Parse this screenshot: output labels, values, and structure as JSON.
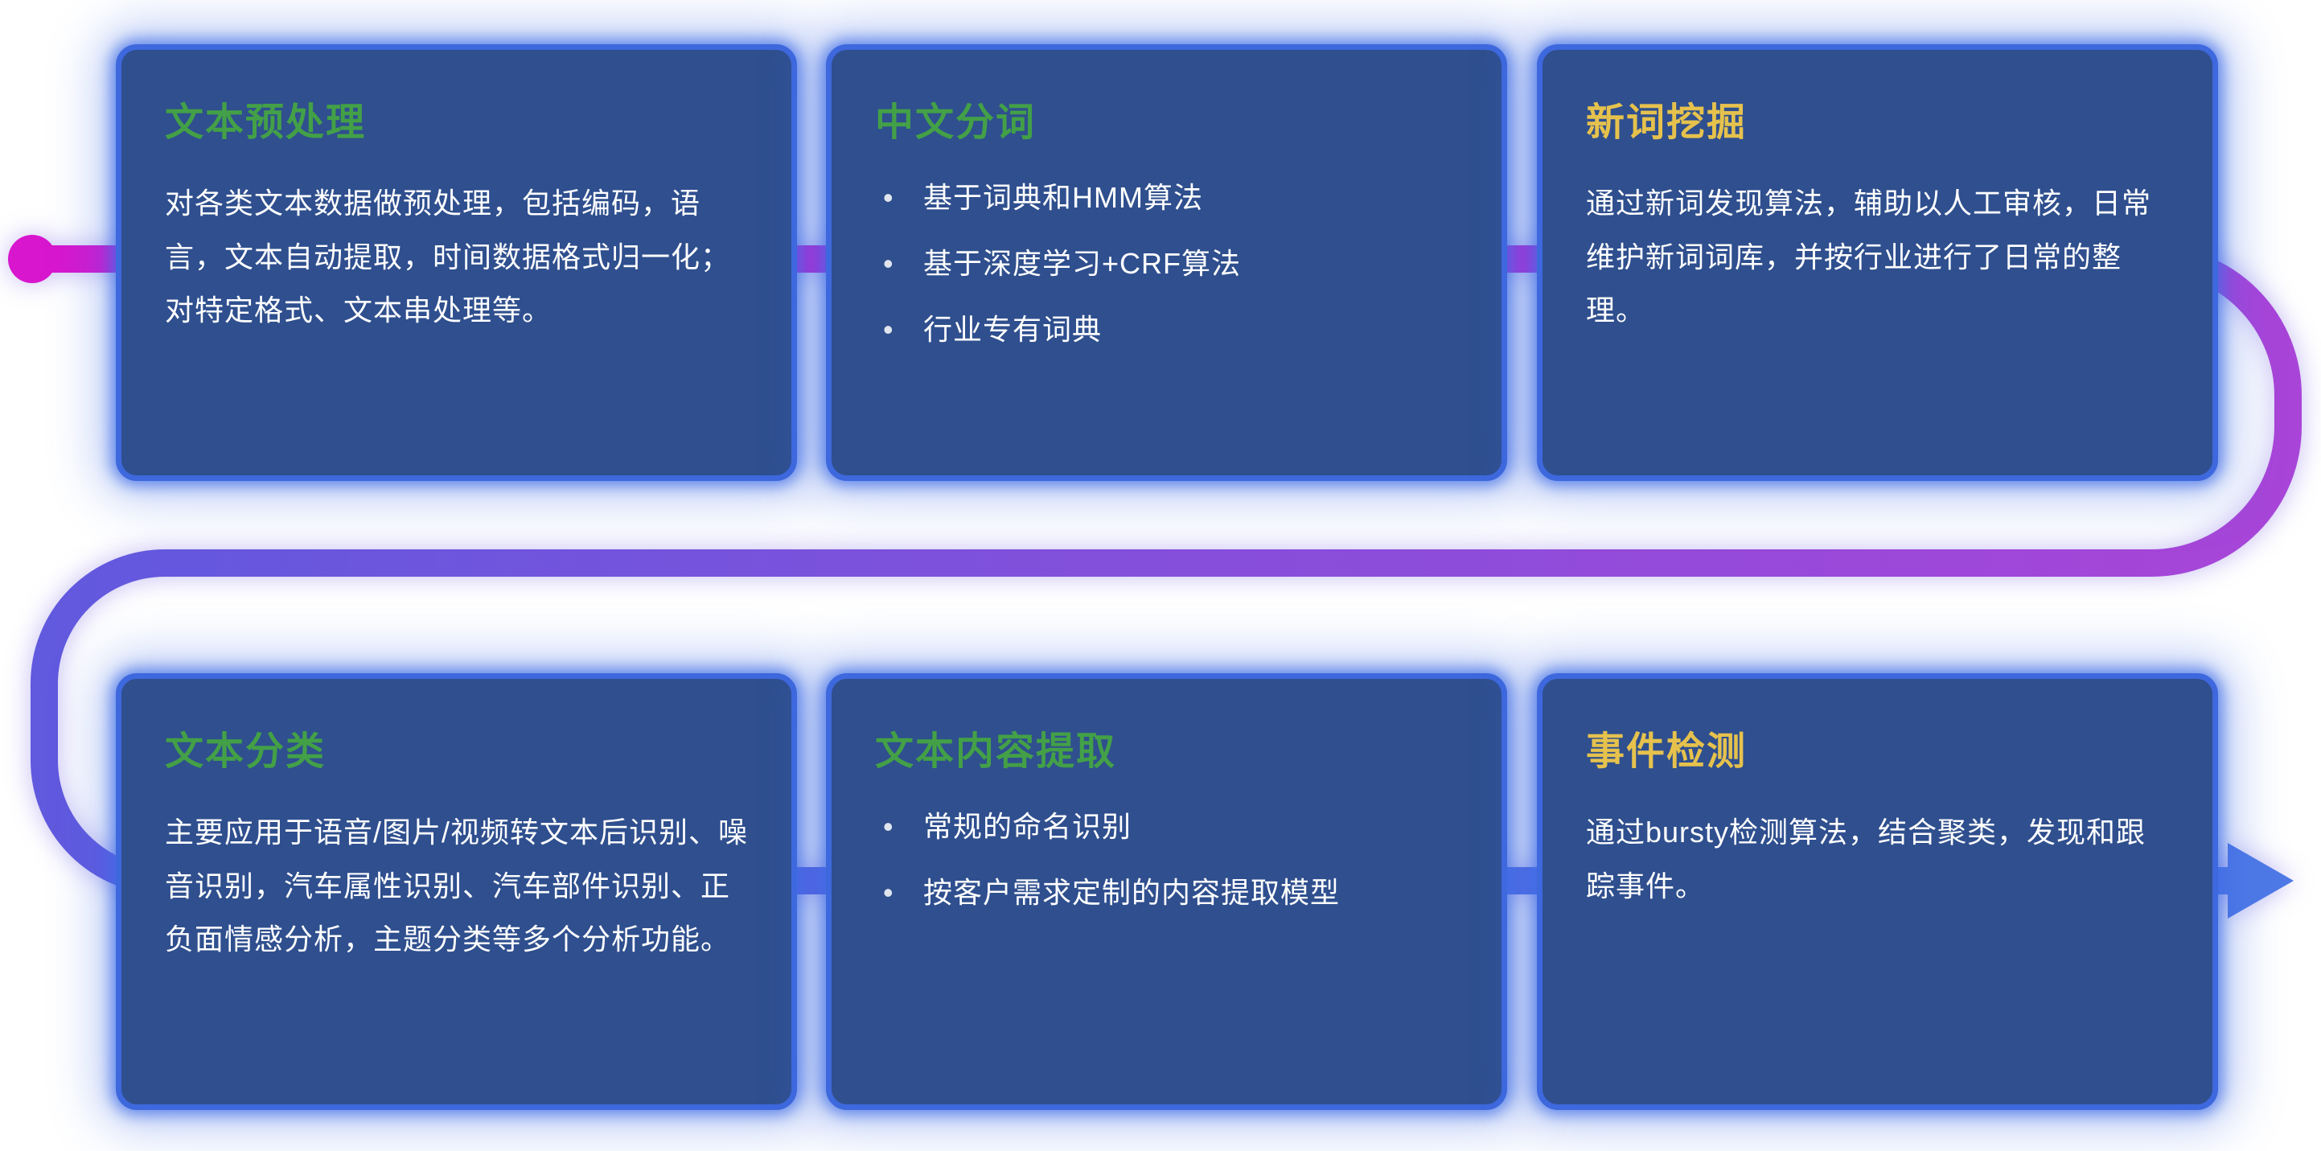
{
  "colors": {
    "card_bg": "#2F4F8E",
    "card_border": "#3E68DD",
    "title_green": "#43A047",
    "title_yellow": "#E6C24D",
    "body_text": "#FFFFFF",
    "flow_magenta": "#D816CE",
    "flow_purple": "#A845D8",
    "flow_violet": "#6159DE",
    "flow_blue": "#4E79E6"
  },
  "flow": {
    "shape": "s-curve left-to-right through top row, u-turn right side, back across middle, u-turn left side, through bottom row",
    "start_marker": "magenta-dot",
    "end_marker": "blue-right-arrow"
  },
  "cards": [
    {
      "id": "text-preprocessing",
      "title": "文本预处理",
      "title_color": "green",
      "body": "对各类文本数据做预处理，包括编码，语言，文本自动提取，时间数据格式归一化；对特定格式、文本串处理等。",
      "bullets": []
    },
    {
      "id": "chinese-word-segmentation",
      "title": "中文分词",
      "title_color": "green",
      "body": "",
      "bullets": [
        "基于词典和HMM算法",
        "基于深度学习+CRF算法",
        "行业专有词典"
      ]
    },
    {
      "id": "new-word-mining",
      "title": "新词挖掘",
      "title_color": "yellow",
      "body": "通过新词发现算法，辅助以人工审核，日常维护新词词库，并按行业进行了日常的整理。",
      "bullets": []
    },
    {
      "id": "text-classification",
      "title": "文本分类",
      "title_color": "green",
      "body": "主要应用于语音/图片/视频转文本后识别、噪音识别，汽车属性识别、汽车部件识别、正负面情感分析，主题分类等多个分析功能。",
      "bullets": []
    },
    {
      "id": "text-content-extraction",
      "title": "文本内容提取",
      "title_color": "green",
      "body": "",
      "bullets": [
        "常规的命名识别",
        "按客户需求定制的内容提取模型"
      ]
    },
    {
      "id": "event-detection",
      "title": "事件检测",
      "title_color": "yellow",
      "body": "通过bursty检测算法，结合聚类，发现和跟踪事件。",
      "bullets": []
    }
  ]
}
